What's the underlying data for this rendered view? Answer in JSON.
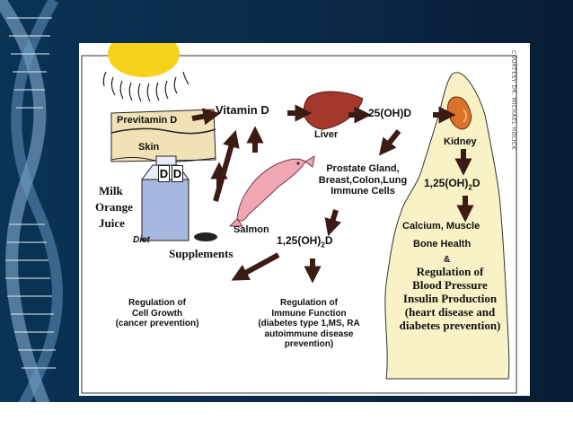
{
  "credit": "COURTESY DR. MICHAEL HOLICK",
  "labels": {
    "previtamin": "Previtamin D",
    "skin": "Skin",
    "vitamin_d": "Vitamin D",
    "liver": "Liver",
    "hydroxy_d": "25(OH)D",
    "kidney": "Kidney",
    "milk_letter": "D",
    "milk": "Milk",
    "orange": "Orange",
    "juice": "Juice",
    "diet": "Diet",
    "salmon": "Salmon",
    "supplements": "Supplements",
    "prostate": [
      "Prostate Gland,",
      "Breast,Colon,Lung",
      "Immune Cells"
    ],
    "calcitriol_kidney_main": "1,25(OH)",
    "calcitriol_sub": "2",
    "calcitriol_tail": "D",
    "calcitriol_local_main": "1,25(OH)",
    "calcium": "Calcium, Muscle",
    "bone": "Bone Health",
    "amp": "&",
    "kidney_effects": [
      "Regulation of",
      "Blood Pressure",
      "Insulin Production",
      "(heart disease and",
      "diabetes prevention)"
    ],
    "cell_growth": [
      "Regulation of",
      "Cell Growth",
      "(cancer prevention)"
    ],
    "immune": [
      "Regulation of",
      "Immune Function",
      "(diabetes type 1,MS, RA",
      "autoimmune disease",
      "prevention)"
    ]
  },
  "colors": {
    "background": "#0b2a4a",
    "arrow": "#3b1b14",
    "liver": "#a2392c",
    "kidney": "#d9722a",
    "salmon": "#f1a6b4",
    "sun": "#f7d21c",
    "mountain": "#f8f2c6",
    "skin": "#f0e1b6"
  }
}
